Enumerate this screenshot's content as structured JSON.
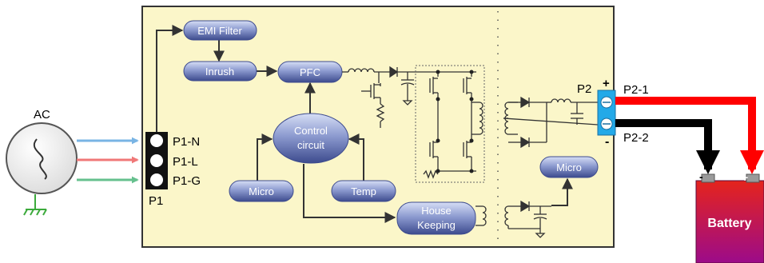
{
  "colors": {
    "board_fill": "#fbf6c9",
    "board_stroke": "#3a3a3a",
    "pill_fill_top": "#c6d0ee",
    "pill_fill_bottom": "#4c5a9c",
    "wire_blue": "#74aee0",
    "wire_red": "#f06a6a",
    "wire_green": "#5cc08a",
    "cable_red": "#ff0000",
    "cable_black": "#000000",
    "battery_top": "#e11d1d",
    "battery_bottom": "#a0007a",
    "connector_blue": "#23a9e8"
  },
  "source": {
    "label": "AC"
  },
  "input_connector": {
    "label": "P1",
    "pins": [
      "P1-N",
      "P1-L",
      "P1-G"
    ]
  },
  "blocks": {
    "emi_filter": "EMI Filter",
    "inrush": "Inrush",
    "pfc": "PFC",
    "control_line1": "Control",
    "control_line2": "circuit",
    "micro_left": "Micro",
    "temp": "Temp",
    "housekeeping_line1": "House",
    "housekeeping_line2": "Keeping",
    "micro_right": "Micro"
  },
  "output_connector": {
    "label": "P2",
    "pins": [
      "P2-1",
      "P2-2"
    ],
    "plus": "+",
    "minus": "-"
  },
  "battery": {
    "label": "Battery",
    "neg_terminal": "-",
    "pos_terminal": "+"
  }
}
